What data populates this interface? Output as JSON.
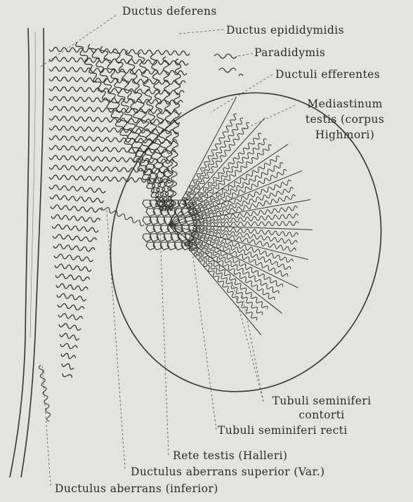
{
  "labels": {
    "ductus_deferens": "Ductus deferens",
    "ductus_epididymidis": "Ductus epididymidis",
    "paradidymis": "Paradidymis",
    "ductuli_efferentes": "Ductuli efferentes",
    "mediastinum_line1": "Mediastinum",
    "mediastinum_line2": "testis (corpus",
    "mediastinum_line3": "Highmori)",
    "tubuli_contorti_line1": "Tubuli seminiferi",
    "tubuli_contorti_line2": "contorti",
    "tubuli_recti": "Tubuli seminiferi recti",
    "rete_testis": "Rete testis (Halleri)",
    "ductulus_superior": "Ductulus aberrans superior (Var.)",
    "ductulus_inferior": "Ductulus aberrans (inferior)"
  },
  "colors": {
    "background": "#e4e3de",
    "ink": "#2a2a2a"
  }
}
